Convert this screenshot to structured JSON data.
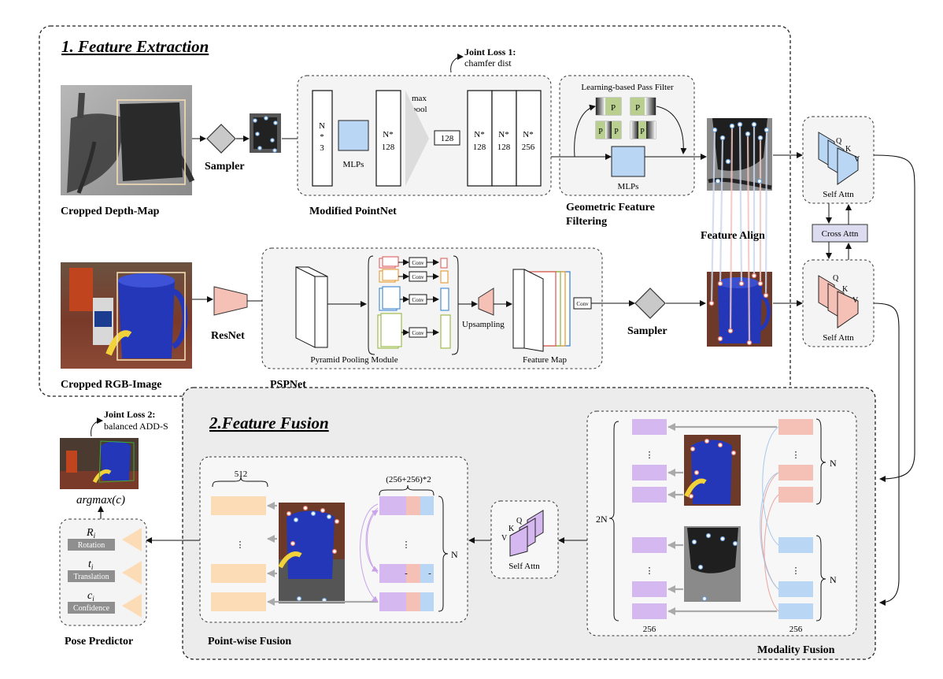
{
  "sections": {
    "feature_extraction": "1. Feature Extraction",
    "feature_fusion": "2.Feature Fusion"
  },
  "inputs": {
    "depth_caption": "Cropped Depth-Map",
    "rgb_caption": "Cropped RGB-Image"
  },
  "depth_branch": {
    "sampler": "Sampler",
    "joint_loss_1_title": "Joint Loss 1:",
    "joint_loss_1_sub": "chamfer dist",
    "pointnet_caption": "Modified PointNet",
    "n3_top": "N",
    "n3_mid": "*",
    "n3_bot": "3",
    "mlps": "MLPs",
    "n128_top": "N*",
    "n128_bot": "128",
    "maxpool_1": "max",
    "maxpool_2": "pool",
    "pooled": "128",
    "cat_a_top": "N*",
    "cat_a_bot": "128",
    "cat_b_top": "N*",
    "cat_b_bot": "128",
    "cat_c_top": "N*",
    "cat_c_bot": "256",
    "filter_title": "Learning-based Pass Filter",
    "filter_p": "P",
    "filter_mlps": "MLPs",
    "gff_line1": "Geometric Feature",
    "gff_line2": "Filtering",
    "feature_align": "Feature Align"
  },
  "rgb_branch": {
    "resnet": "ResNet",
    "pspnet": "PSPNet",
    "conv": "Conv",
    "upsampling": "Upsampling",
    "ppm": "Pyramid Pooling Module",
    "feature_map": "Feature Map",
    "sampler": "Sampler"
  },
  "attention": {
    "q": "Q",
    "k": "K",
    "v": "V",
    "self_attn": "Self Attn",
    "cross_attn": "Cross Attn"
  },
  "fusion": {
    "modality_caption": "Modality Fusion",
    "two_n": "2N",
    "n": "N",
    "dim_256": "256",
    "dots": "⋮",
    "pointwise_caption": "Point-wise Fusion",
    "dim_512": "512",
    "dim_concat": "(256+256)*2",
    "dash": "-"
  },
  "pose": {
    "joint_loss_2_title": "Joint Loss 2:",
    "joint_loss_2_sub": "balanced ADD-S",
    "argmax": "argmax(c)",
    "r_sym": "R",
    "t_sym": "t",
    "c_sym": "c",
    "sub_i": "i",
    "rotation": "Rotation",
    "translation": "Translation",
    "confidence": "Confidence",
    "caption": "Pose Predictor"
  },
  "colors": {
    "depth_blue": "#b9d7f5",
    "rgb_pink": "#f5c0b5",
    "purple": "#d6b8f0",
    "orange": "#fbdcb6",
    "pass_green": "#b8cf8f",
    "arrow_grey": "#aaaaaa"
  }
}
